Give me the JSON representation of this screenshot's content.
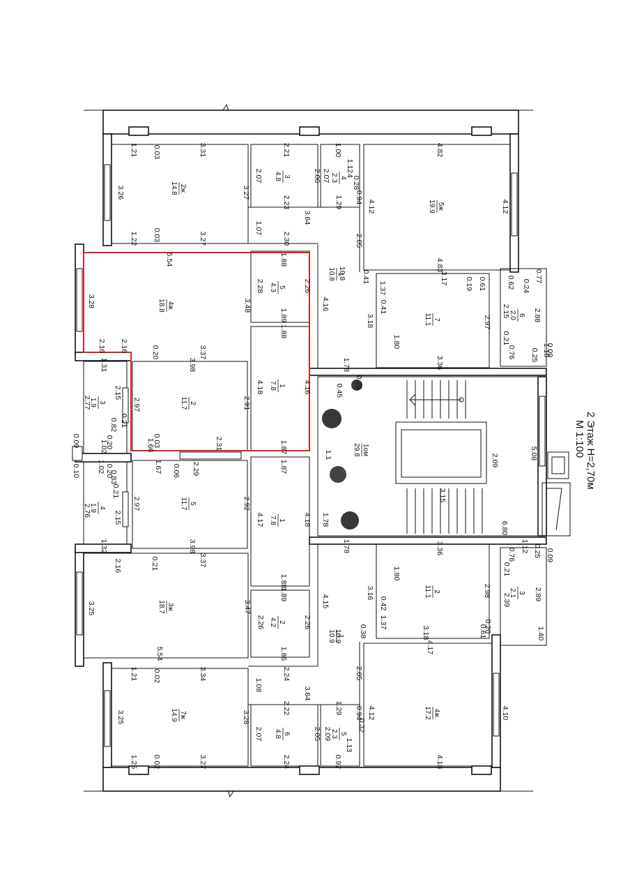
{
  "title": {
    "floor": "2 Этаж H=2,70м",
    "scale": "М 1:100"
  },
  "colors": {
    "ink": "#111111",
    "highlight": "#e02020",
    "paper": "#ffffff"
  },
  "rooms": [
    {
      "id": "r2k-top",
      "name": "2ж",
      "area": "14.8"
    },
    {
      "id": "r3-top",
      "name": "3",
      "area": "4.8"
    },
    {
      "id": "r4-top",
      "name": "4",
      "area": "2.3"
    },
    {
      "id": "r5k-top",
      "name": "5ж",
      "area": "19.9"
    },
    {
      "id": "r4k-red",
      "name": "4ж",
      "area": "18.8"
    },
    {
      "id": "r5-small",
      "name": "5",
      "area": "4.3"
    },
    {
      "id": "r1-corr-top",
      "name": "1",
      "area": "10.8"
    },
    {
      "id": "r7-kitchen",
      "name": "7",
      "area": "11.1"
    },
    {
      "id": "r6-balc",
      "name": "6",
      "area": "2.0"
    },
    {
      "id": "r1-hall-red",
      "name": "1",
      "area": "7.8"
    },
    {
      "id": "r2-kitchen-red",
      "name": "2",
      "area": "11.7"
    },
    {
      "id": "r3-loggia-left",
      "name": "3",
      "area": "1.9"
    },
    {
      "id": "r-stair",
      "name": "1ом",
      "area": "29.8"
    },
    {
      "id": "r5-kitchen-low",
      "name": "5",
      "area": "11.7"
    },
    {
      "id": "r4-loggia-left",
      "name": "4",
      "area": "1.9"
    },
    {
      "id": "r1-hall-low",
      "name": "1",
      "area": "7.8"
    },
    {
      "id": "r3k-low",
      "name": "3ж",
      "area": "18.7"
    },
    {
      "id": "r2-bath-low",
      "name": "2",
      "area": "4.2"
    },
    {
      "id": "r2-kitchen-right",
      "name": "2",
      "area": "11.1"
    },
    {
      "id": "r3-balc-right",
      "name": "3",
      "area": "2.1"
    },
    {
      "id": "r1-corr-low",
      "name": "1",
      "area": "10.9"
    },
    {
      "id": "r4k-low",
      "name": "4ж",
      "area": "17.2"
    },
    {
      "id": "r7k-bottom",
      "name": "7ж",
      "area": "14.9"
    },
    {
      "id": "r6-bath-bottom",
      "name": "6",
      "area": "4.8"
    },
    {
      "id": "r5-wc-bottom",
      "name": "5",
      "area": "2.3"
    }
  ],
  "dimensions": [
    "1.21",
    "0.03",
    "3.31",
    "2.21",
    "1.00",
    "4.82",
    "1.12",
    "4",
    "0.28",
    "2.07",
    "2.06",
    "2.07",
    "3.26",
    "3.27",
    "2.23",
    "1.29",
    "0.94",
    "4.12",
    "4.12",
    "1.22",
    "0.03",
    "3.27",
    "1.07",
    "3.64",
    "2.30",
    "2.05",
    "4.83",
    "5.54",
    "1.88",
    "3.28",
    "2.28",
    "2.26",
    "3.48",
    "1.89",
    "4.16",
    "10.8",
    "0.41",
    "1.37",
    "3.17",
    "0.19",
    "0.61",
    "0.62",
    "0.24",
    "0.77",
    "0.41",
    "2.97",
    "2.15",
    "2.88",
    "3.18",
    "1.80",
    "0.21",
    "2.16",
    "2.16",
    "0.20",
    "3.37",
    "1.88",
    "0.76",
    "0.25",
    "1.10",
    "0.09",
    "1.31",
    "3.98",
    "1.78",
    "3.36",
    "2.77",
    "2.15",
    "2.97",
    "2.91",
    "4.18",
    "4.16",
    "0.25",
    "0.45",
    "0.21",
    "0.82",
    "5.08",
    "1.02",
    "0.20",
    "1.66",
    "0.03",
    "2.31",
    "1.87",
    "2.09",
    "0.09",
    "1.02",
    "1.67",
    "0.06",
    "2.29",
    "1.87",
    "1.1",
    "0.10",
    "0.20",
    "0.83",
    "0.21",
    "2.97",
    "2.92",
    "4.17",
    "4.18",
    "1.78",
    "3.15",
    "2.76",
    "2.15",
    "1.32",
    "3.98",
    "1.78",
    "6.80",
    "1.12",
    "0.25",
    "0.09",
    "2.16",
    "0.21",
    "3.37",
    "1.88",
    "3.36",
    "0.76",
    "1.80",
    "0.21",
    "3.25",
    "3.47",
    "1.89",
    "4.15",
    "3.16",
    "0.42",
    "2.98",
    "2.89",
    "2.26",
    "2.26",
    "1.37",
    "2.39",
    "10.9",
    "0.38",
    "0.20",
    "0.61",
    "1.40",
    "5.54",
    "1.86",
    "3.18",
    "4.17",
    "1.21",
    "0.02",
    "3.34",
    "2.24",
    "2.05",
    "1.08",
    "3.64",
    "1.29",
    "0.94",
    "4.12",
    "4.10",
    "2.22",
    "0.32",
    "3.25",
    "3.28",
    "2.07",
    "2.05",
    "2.09",
    "1.13",
    "1.25",
    "0.02",
    "3.27",
    "2.24",
    "0.97",
    "4.18"
  ]
}
